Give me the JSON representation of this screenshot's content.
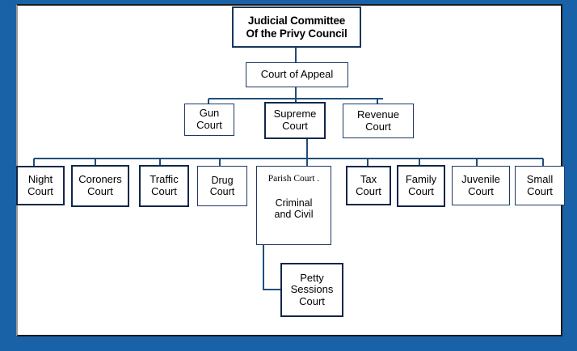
{
  "diagram": {
    "title_box": {
      "label": "Judicial Committee\nOf the Privy Council"
    },
    "appeal_box": {
      "label": "Court of Appeal"
    },
    "tier2": [
      {
        "id": "gun",
        "label": "Gun\nCourt"
      },
      {
        "id": "supreme",
        "label": "Supreme\nCourt"
      },
      {
        "id": "revenue",
        "label": "Revenue\nCourt"
      }
    ],
    "tier3": [
      {
        "id": "night",
        "label": "Night\nCourt"
      },
      {
        "id": "coroners",
        "label": "Coroners\nCourt"
      },
      {
        "id": "traffic",
        "label": "Traffic\nCourt"
      },
      {
        "id": "drug",
        "label": "Drug\nCourt"
      },
      {
        "id": "tax",
        "label": "Tax\nCourt"
      },
      {
        "id": "family",
        "label": "Family\nCourt"
      },
      {
        "id": "juvenile",
        "label": "Juvenile\nCourt"
      },
      {
        "id": "small",
        "label": "Small\nCourt"
      }
    ],
    "parish_box": {
      "label": "Parish Court  .",
      "sublabel": "Criminal\nand Civil"
    },
    "petty_box": {
      "label": "Petty\nSessions\nCourt"
    },
    "colors": {
      "page_background": "#1a62a8",
      "paper": "#ffffff",
      "box_border": "#1F3864",
      "connector": "#1F4E79",
      "text": "#000000"
    }
  }
}
